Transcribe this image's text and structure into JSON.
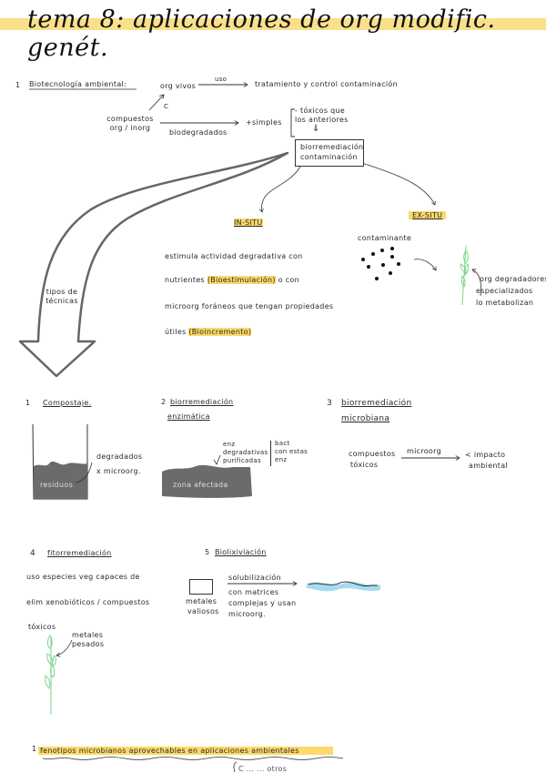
{
  "title": "tema 8: aplicaciones de org modific. genét.",
  "colors": {
    "highlight": "#fcd96a",
    "plant": "#7ad68a",
    "blob": "#6b6b6b",
    "water": "#a6dcf0"
  },
  "section1": {
    "number": "1",
    "heading": "Biotecnología ambiental:",
    "org_vivos": "org vivos",
    "uso_label": "uso",
    "treatment": "tratamiento y control contaminación",
    "c_label": "C",
    "compuestos": "compuestos org / inorg",
    "biodegradados": "biodegradados",
    "simples": "+simples",
    "toxicos_que": "- tóxicos que",
    "los_anteriores": "los anteriores",
    "down_arrow": "⇓",
    "box_line1": "biorremediación",
    "box_line2": "contaminación",
    "big_arrow_label": "tipos de técnicas"
  },
  "in_situ": {
    "heading": "IN-SITU",
    "line1": "estimula actividad degradativa con",
    "line2_pre": "nutrientes",
    "line2_hl": "(Bioestimulación)",
    "line2_post": "o con",
    "line3": "microorg foráneos que tengan propiedades",
    "line4_pre": "útiles",
    "line4_hl": "(Bioincremento)"
  },
  "ex_situ": {
    "heading": "EX-SITU",
    "contaminante": "contaminante",
    "desc1": "org degradadores",
    "desc2": "especializados",
    "desc3": "lo metabolizan"
  },
  "techniques": [
    {
      "number": "1",
      "title": "Compostaje.",
      "blob_label": "residuos",
      "note1": "degradados",
      "note2": "x microorg."
    },
    {
      "number": "2",
      "title1": "biorremediación",
      "title2": "enzimática",
      "note1": "enz",
      "note2": "degradativas",
      "note3": "purificadas",
      "side1": "bact",
      "side2": "con estas",
      "side3": "enz",
      "blob_label": "zona afectada"
    },
    {
      "number": "3",
      "title1": "biorremediación",
      "title2": "microbiana",
      "left1": "compuestos",
      "left2": "tóxicos",
      "arrow_label": "microorg",
      "right1": "< impacto",
      "right2": "ambiental"
    },
    {
      "number": "4",
      "title": "fitorremediación",
      "line1": "uso especies veg capaces de",
      "line2": "elim xenobióticos / compuestos",
      "line3": "tóxicos",
      "plant_note1": "metales",
      "plant_note2": "pesados"
    },
    {
      "number": "5",
      "title": "Biolixiviación",
      "box_label1": "metales",
      "box_label2": "valiosos",
      "arrow_label": "solubilización",
      "desc1": "con matrices",
      "desc2": "complejas y usan",
      "desc3": "microorg."
    }
  ],
  "section_footer": {
    "number": "1",
    "heading": "fenotipos microbianos aprovechables en aplicaciones ambientales",
    "partial": "C ...              ... otros"
  }
}
